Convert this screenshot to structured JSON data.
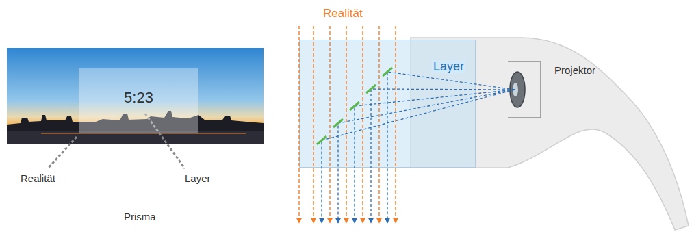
{
  "diagram": {
    "nodes": [
      {
        "text": [
          "5:23"
        ]
      },
      {
        "text": [
          "Layer"
        ]
      }
    ],
    "labels": [
      "Realität",
      "Realität",
      "Layer",
      "Prisma",
      "Projektor"
    ]
  }
}
